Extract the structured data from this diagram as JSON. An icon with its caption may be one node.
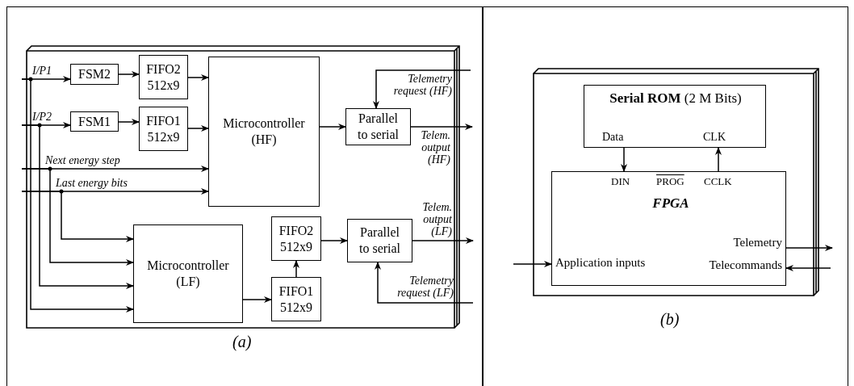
{
  "diagram": {
    "nodes": [
      {
        "text": [],
        "shape": "box"
      },
      {
        "text": [
          "FSM2"
        ],
        "in": 0
      },
      {
        "text": [
          "FIFO2 512x9"
        ],
        "in": 0
      },
      {
        "text": [
          "FSM1"
        ],
        "in": 0
      },
      {
        "text": [
          "FIFO1 512x9"
        ],
        "in": 0
      },
      {
        "text": [
          "Microcontroller (HF)"
        ],
        "in": 0
      },
      {
        "text": [
          "Parallel to serial"
        ],
        "in": 0
      },
      {
        "text": [
          "Microcontroller (LF)"
        ],
        "in": 0
      },
      {
        "text": [
          "FIFO2 512x9"
        ],
        "in": 0
      },
      {
        "text": [
          "FIFO1 512x9"
        ],
        "in": 0
      },
      {
        "text": [
          "Parallel to serial"
        ],
        "in": 0
      },
      {
        "text": [],
        "shape": "box"
      },
      {
        "text": [
          "**Serial ROM** (2 M Bits)",
          "Data",
          "CLK"
        ],
        "in": 11
      },
      {
        "text": [
          "DIN",
          "PROG",
          "CCLK",
          "FPGA",
          "Telemetry",
          "Application inputs",
          "Telecommands"
        ],
        "in": 11
      }
    ],
    "edges": [
      {
        "from": null,
        "to": 1,
        "arrow": "to",
        "label": "I/P1"
      },
      {
        "from": null,
        "to": 7,
        "arrow": "to"
      },
      {
        "from": null,
        "to": 3,
        "arrow": "to",
        "label": "I/P2"
      },
      {
        "from": null,
        "to": 7,
        "arrow": "to"
      },
      {
        "from": null,
        "to": 5,
        "arrow": "to",
        "label": "Next energy step"
      },
      {
        "from": null,
        "to": 7,
        "arrow": "to"
      },
      {
        "from": null,
        "to": 5,
        "arrow": "to",
        "label": "Last energy bits"
      },
      {
        "from": null,
        "to": 7,
        "arrow": "to"
      },
      {
        "from": 1,
        "to": 2,
        "arrow": "to"
      },
      {
        "from": 2,
        "to": 5,
        "arrow": "to"
      },
      {
        "from": 3,
        "to": 4,
        "arrow": "to"
      },
      {
        "from": 4,
        "to": 5,
        "arrow": "to"
      },
      {
        "from": 5,
        "to": 6,
        "arrow": "to"
      },
      {
        "from": null,
        "to": 6,
        "arrow": "to",
        "label": "Telemetry request (HF)"
      },
      {
        "from": 6,
        "to": null,
        "arrow": "to",
        "label": "Telem. output (HF)"
      },
      {
        "from": 7,
        "to": 9,
        "arrow": "to"
      },
      {
        "from": 9,
        "to": 8,
        "arrow": "to"
      },
      {
        "from": 8,
        "to": 10,
        "arrow": "to"
      },
      {
        "from": 10,
        "to": null,
        "arrow": "to",
        "label": "Telem. output (LF)"
      },
      {
        "from": null,
        "to": 10,
        "arrow": "to",
        "label": "Telemetry request (LF)"
      },
      {
        "from": 12,
        "to": 13,
        "arrow": "to"
      },
      {
        "from": 13,
        "to": 12,
        "arrow": "to"
      },
      {
        "from": null,
        "to": 13,
        "arrow": "to"
      },
      {
        "from": 13,
        "to": null,
        "arrow": "to"
      },
      {
        "from": null,
        "to": 13,
        "arrow": "to"
      }
    ],
    "labels": [
      "(a)",
      "(b)"
    ]
  }
}
